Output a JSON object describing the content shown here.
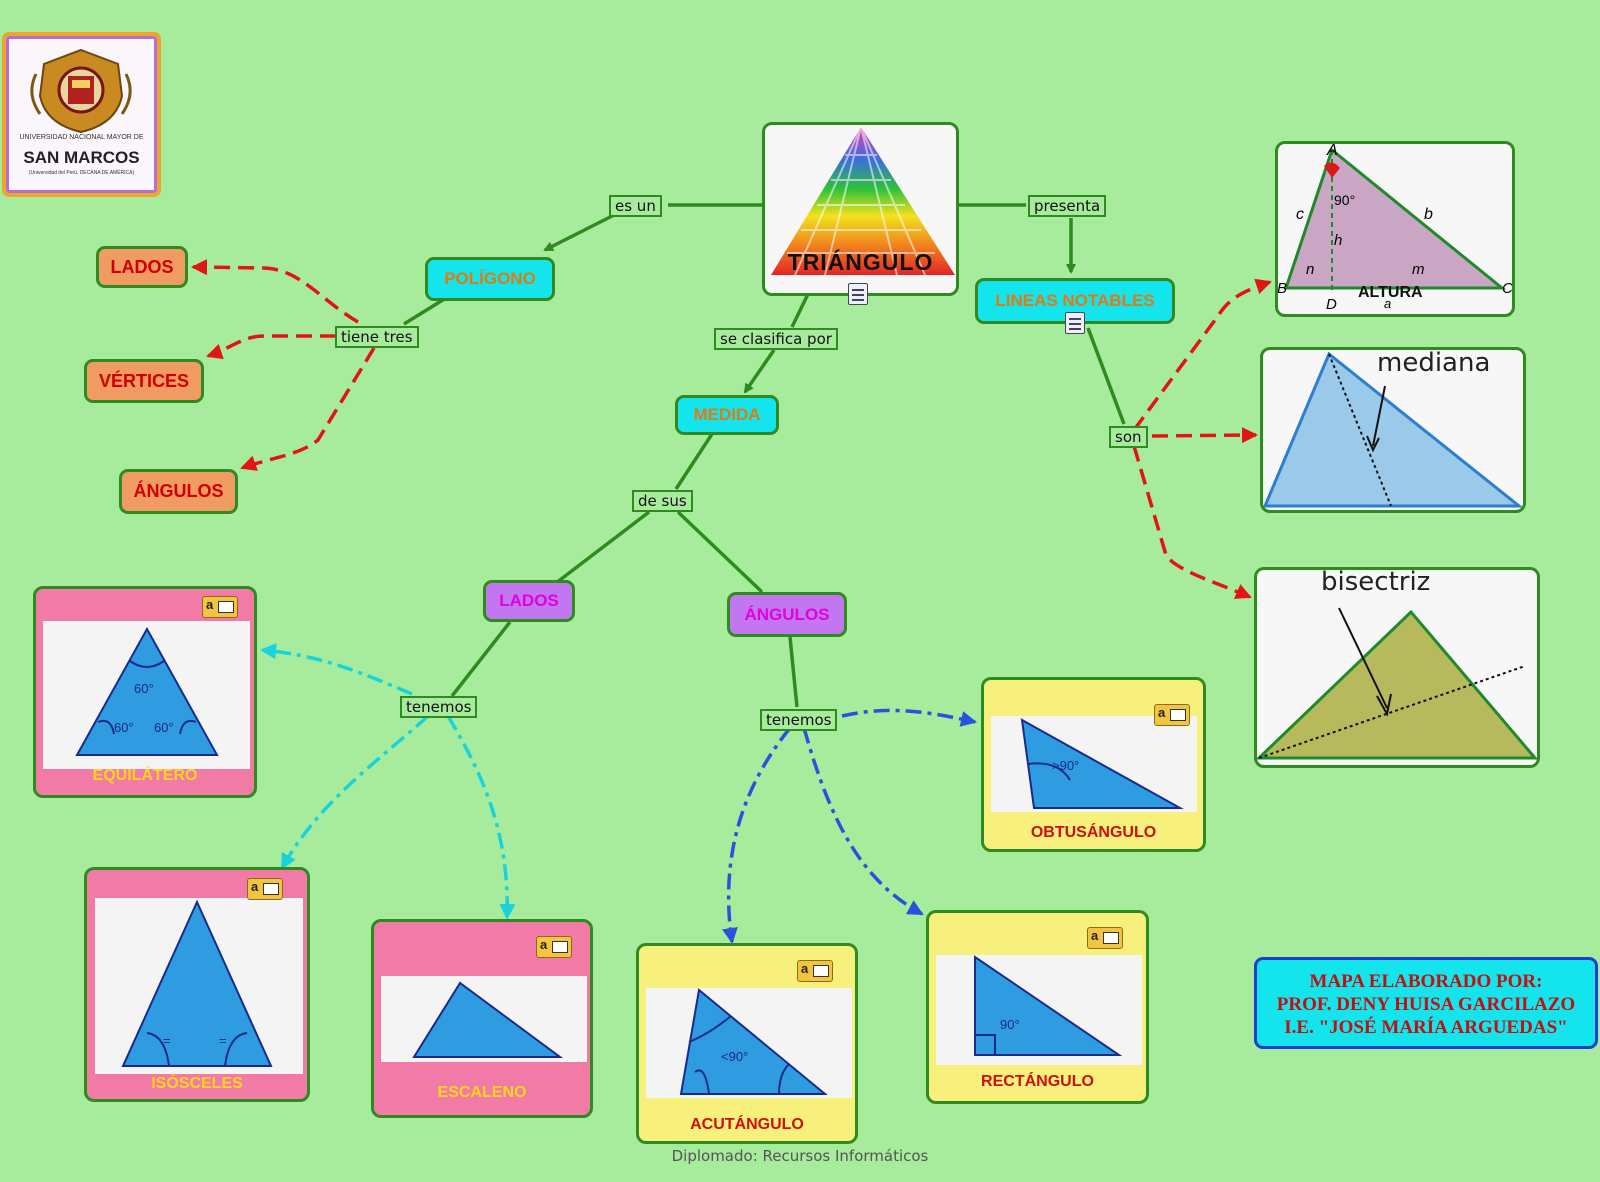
{
  "logo": {
    "line1": "UNIVERSIDAD NACIONAL MAYOR DE",
    "line2": "SAN MARCOS",
    "line3": "(Universidad del Perú, DECANA DE AMÉRICA)"
  },
  "nodes": {
    "triangulo": "TRIÁNGULO",
    "poligono": "POLÍGONO",
    "lineas_notables": "LINEAS NOTABLES",
    "medida": "MEDIDA",
    "lados_left": "LADOS",
    "vertices": "VÉRTICES",
    "angulos_left": "ÁNGULOS",
    "lados": "LADOS",
    "angulos": "ÁNGULOS"
  },
  "phrases": {
    "es_un": "es un",
    "presenta": "presenta",
    "tiene_tres": "tiene tres",
    "se_clasifica_por": "se clasifica por",
    "de_sus": "de sus",
    "son": "son",
    "tenemos_lados": "tenemos",
    "tenemos_angulos": "tenemos"
  },
  "cards": {
    "equilatero": "EQUILÁTERO",
    "isosceles": "ISÓSCELES",
    "escaleno": "ESCALENO",
    "acutangulo": "ACUTÁNGULO",
    "rectangulo": "RECTÁNGULO",
    "obtusangulo": "OBTUSÁNGULO"
  },
  "angle_marks": {
    "equi_top": "60°",
    "equi_left": "60°",
    "equi_right": "60°",
    "isos_left": "=",
    "isos_right": "=",
    "acute": "<90°",
    "right": "90°",
    "obtuse": ">90°"
  },
  "note_icon_letter": "a",
  "notable_lines": {
    "altura": "ALTURA",
    "altura_vertex_a": "A",
    "altura_vertex_b": "B",
    "altura_vertex_c": "C",
    "altura_vertex_d": "D",
    "altura_side_c": "c",
    "altura_side_b": "b",
    "altura_h": "h",
    "altura_n": "n",
    "altura_m": "m",
    "altura_a": "a",
    "altura_angle": "90°",
    "mediana": "mediana",
    "bisectriz": "bisectriz"
  },
  "credit": {
    "line1": "MAPA ELABORADO POR:",
    "line2": "PROF. DENY HUISA GARCILAZO",
    "line3": "I.E. \"JOSÉ MARÍA ARGUEDAS\""
  },
  "footer": "Diplomado: Recursos Informáticos",
  "colors": {
    "background": "#a6ec9c",
    "link_green": "#2f8a1f",
    "link_red": "#e21414",
    "link_cyan": "#18d3dc",
    "link_blue": "#2a52e0",
    "concept_cyan": "#14e4ec",
    "concept_orange": "#ef9b62",
    "concept_purple": "#c277f1"
  }
}
